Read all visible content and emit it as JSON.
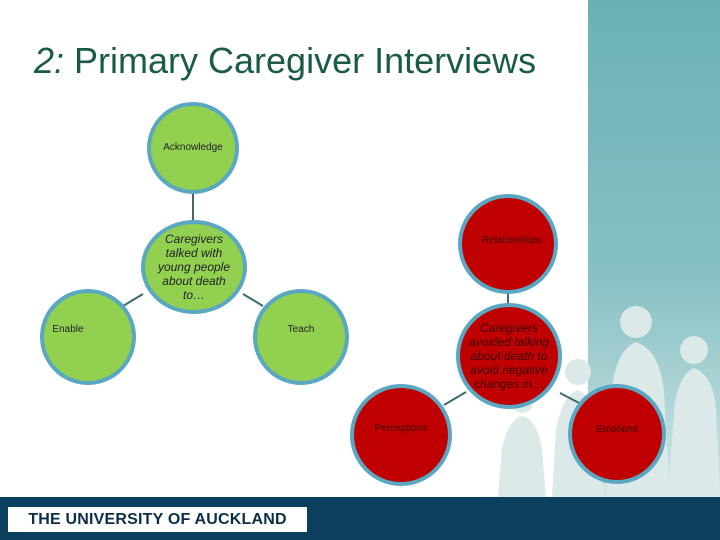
{
  "slide": {
    "title_number": "2:",
    "title_text": " Primary Caregiver Interviews"
  },
  "diagram_green": {
    "center": "Caregivers talked with young people about death to…",
    "top": "Acknowledge",
    "left": "Enable",
    "right": "Teach"
  },
  "diagram_red": {
    "center": "Caregivers avoided talking about death to avoid negative changes in…",
    "top": "Relationships",
    "left": "Perceptions",
    "right": "Emotions"
  },
  "footer": {
    "logo_text": "THE UNIVERSITY OF AUCKLAND"
  },
  "colors": {
    "title": "#1b5a49",
    "green_node": "#92d050",
    "red_node": "#c00000",
    "node_border": "#5aa7c2",
    "footer_bar": "#0b3f5e",
    "teal_panel": "#6fb3b8"
  }
}
